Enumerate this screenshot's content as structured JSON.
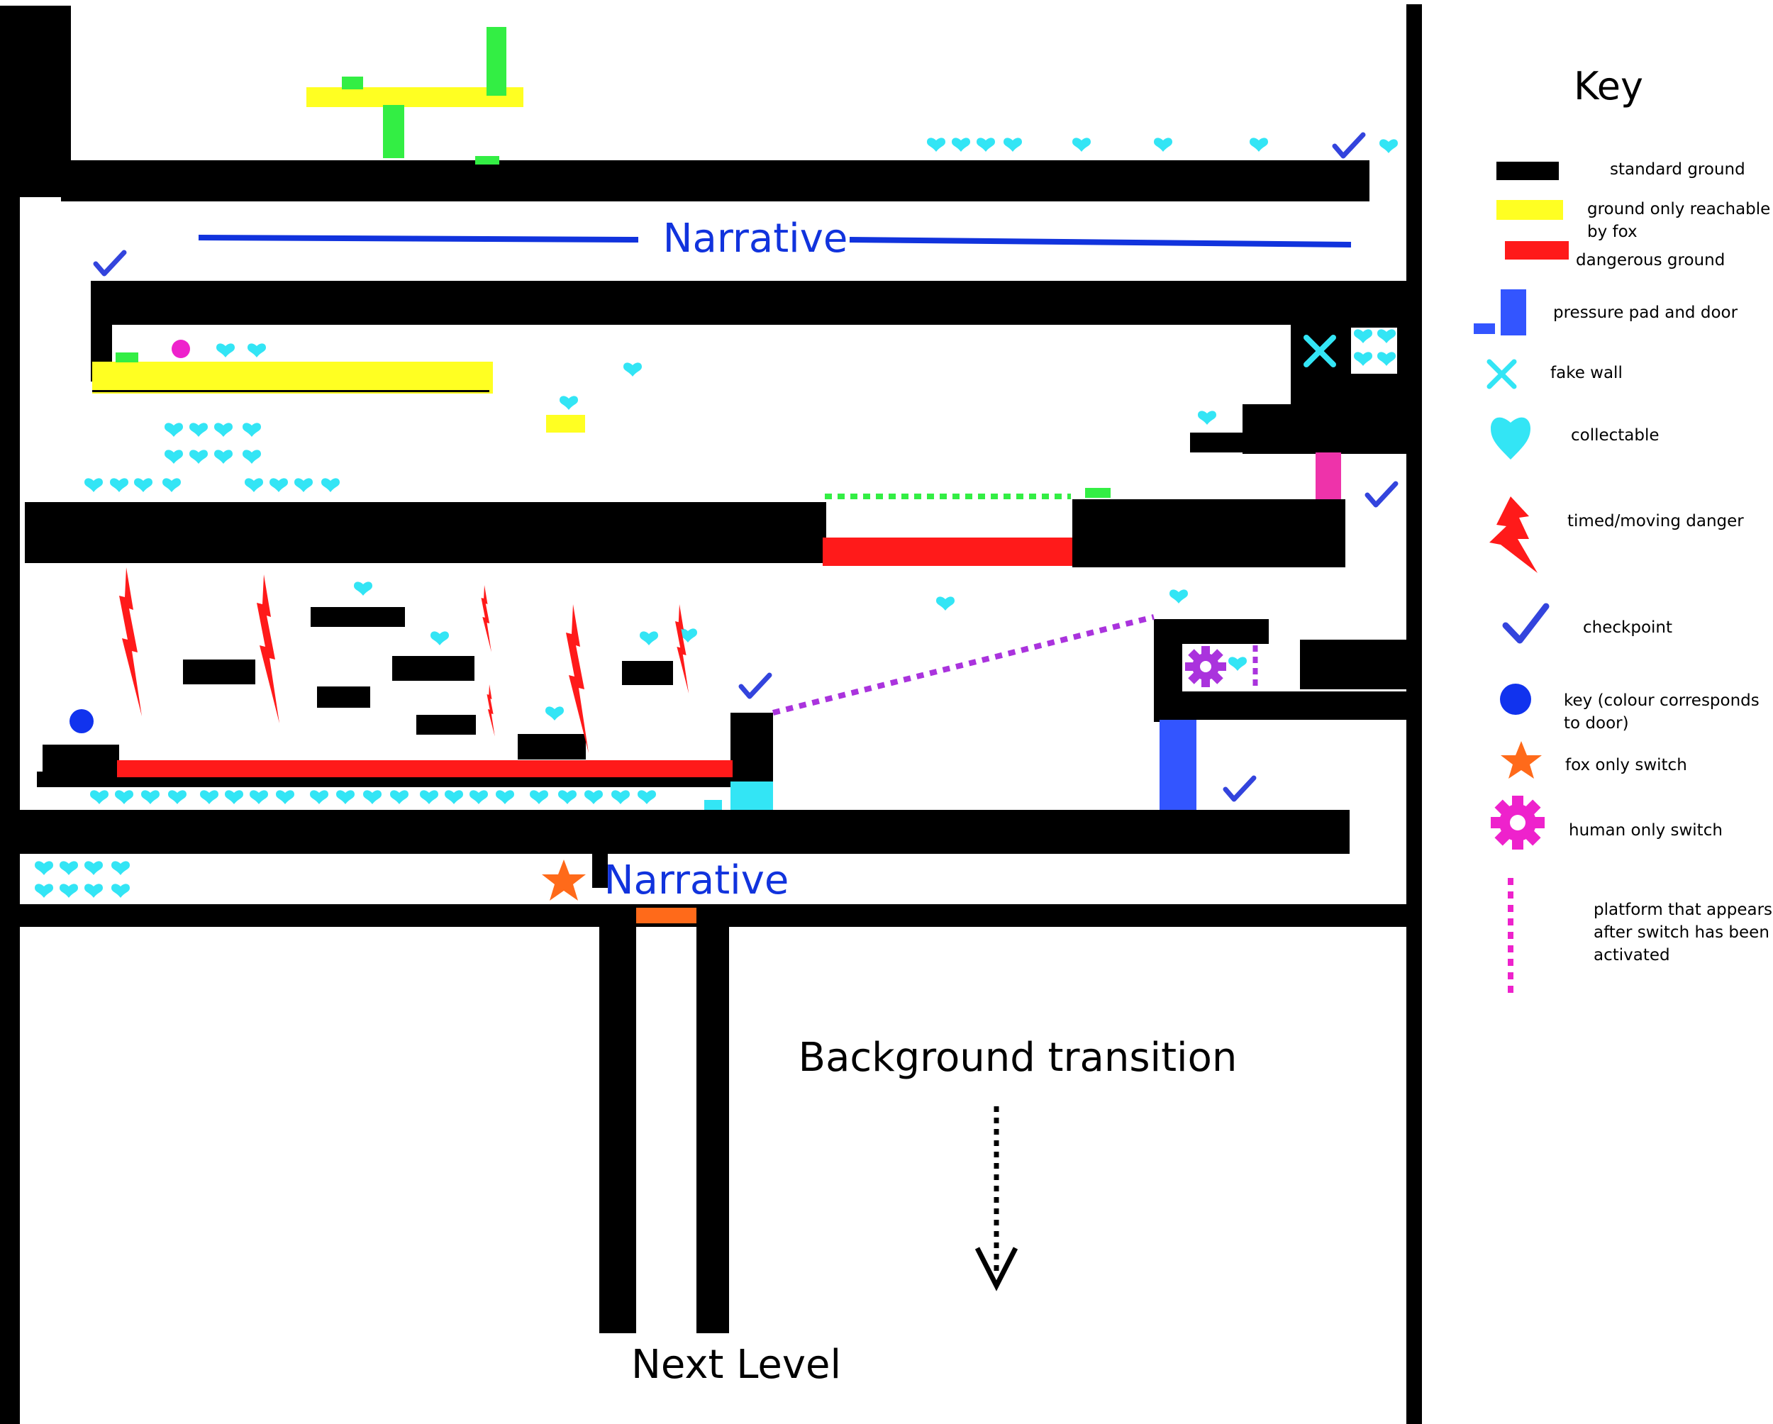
{
  "map": {
    "narrative_labels": [
      "Narrative",
      "Narrative"
    ],
    "background_transition_label": "Background transition",
    "next_level_label": "Next Level"
  },
  "key": {
    "title": "Key",
    "items": [
      {
        "icon": "black-bar",
        "label_lines": [
          "standard ground"
        ]
      },
      {
        "icon": "yellow-bar",
        "label_lines": [
          "ground only reachable",
          "by fox"
        ]
      },
      {
        "icon": "red-bar",
        "label_lines": [
          "dangerous ground"
        ]
      },
      {
        "icon": "pressure-pad-door",
        "label_lines": [
          "pressure pad and door"
        ]
      },
      {
        "icon": "cross-icon",
        "label_lines": [
          "fake wall"
        ]
      },
      {
        "icon": "heart-icon",
        "label_lines": [
          "collectable"
        ]
      },
      {
        "icon": "lightning-icon",
        "label_lines": [
          "timed/moving danger"
        ]
      },
      {
        "icon": "checkmark-icon",
        "label_lines": [
          "checkpoint"
        ]
      },
      {
        "icon": "circle-icon",
        "label_lines": [
          "key (colour corresponds",
          "to door)"
        ]
      },
      {
        "icon": "star-icon",
        "label_lines": [
          "fox only switch"
        ]
      },
      {
        "icon": "gear-icon",
        "label_lines": [
          "human only switch"
        ]
      },
      {
        "icon": "dotted-line",
        "label_lines": [
          "platform that appears",
          "after switch has been",
          "activated"
        ]
      }
    ]
  },
  "colors": {
    "ground": "#000000",
    "fox_ground": "#ffff22",
    "danger": "#ff1a1a",
    "door": "#3355ff",
    "collectable": "#33e5f5",
    "checkpoint": "#3344dd",
    "key": "#1133ee",
    "fox_switch": "#ff6a1a",
    "human_switch": "#ee22cc",
    "switch_purple": "#aa33dd",
    "narrative_line": "#1133dd",
    "green": "#33ee44",
    "pink_door": "#ee33aa"
  }
}
